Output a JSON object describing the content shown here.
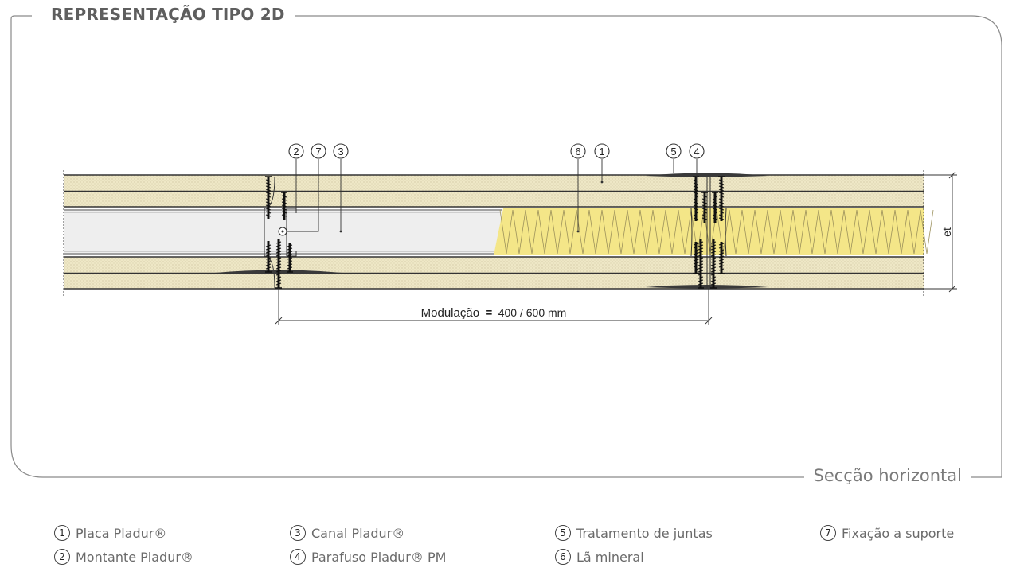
{
  "header": {
    "title": "REPRESENTAÇÃO TIPO 2D"
  },
  "footer": {
    "caption": "Secção horizontal"
  },
  "drawing": {
    "callouts": [
      "2",
      "7",
      "3",
      "6",
      "1",
      "5",
      "4"
    ],
    "module_label": "Modulação",
    "module_eq": "=",
    "module_value": "400 / 600 mm",
    "thickness_label": "et"
  },
  "legend": [
    {
      "num": "1",
      "label": "Placa Pladur®"
    },
    {
      "num": "2",
      "label": "Montante Pladur®"
    },
    {
      "num": "3",
      "label": "Canal Pladur®"
    },
    {
      "num": "4",
      "label": "Parafuso Pladur® PM"
    },
    {
      "num": "5",
      "label": "Tratamento de juntas"
    },
    {
      "num": "6",
      "label": "Lã mineral"
    },
    {
      "num": "7",
      "label": "Fixação a suporte"
    }
  ],
  "colors": {
    "board": "#ede6c4",
    "wool": "#f3e58a",
    "line": "#333333",
    "frame": "#777777"
  }
}
